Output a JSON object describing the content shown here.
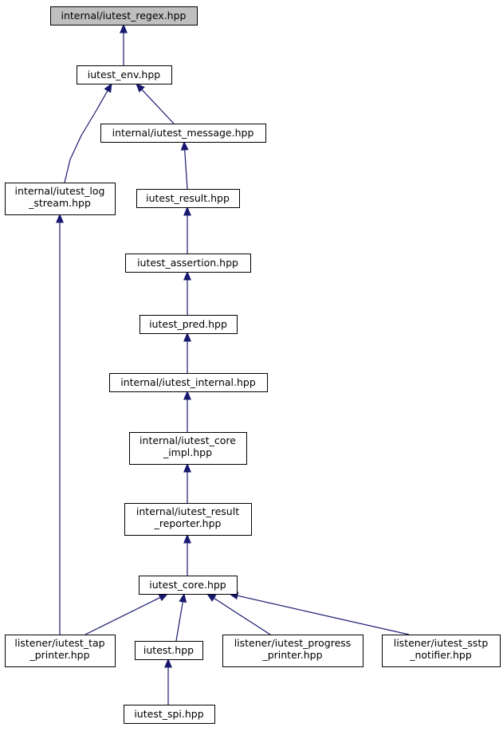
{
  "colors": {
    "edge": "#191970",
    "node_fill": "#ffffff",
    "focus_fill": "#bfbfbf",
    "border": "#000000"
  },
  "nodes": {
    "regex": {
      "lines": [
        "internal/iutest_regex.hpp"
      ]
    },
    "env": {
      "lines": [
        "iutest_env.hpp"
      ]
    },
    "message": {
      "lines": [
        "internal/iutest_message.hpp"
      ]
    },
    "log_stream": {
      "lines": [
        "internal/iutest_log",
        "_stream.hpp"
      ]
    },
    "result": {
      "lines": [
        "iutest_result.hpp"
      ]
    },
    "assertion": {
      "lines": [
        "iutest_assertion.hpp"
      ]
    },
    "pred": {
      "lines": [
        "iutest_pred.hpp"
      ]
    },
    "internal": {
      "lines": [
        "internal/iutest_internal.hpp"
      ]
    },
    "core_impl": {
      "lines": [
        "internal/iutest_core",
        "_impl.hpp"
      ]
    },
    "result_reporter": {
      "lines": [
        "internal/iutest_result",
        "_reporter.hpp"
      ]
    },
    "core": {
      "lines": [
        "iutest_core.hpp"
      ]
    },
    "tap_printer": {
      "lines": [
        "listener/iutest_tap",
        "_printer.hpp"
      ]
    },
    "iutest": {
      "lines": [
        "iutest.hpp"
      ]
    },
    "progress_printer": {
      "lines": [
        "listener/iutest_progress",
        "_printer.hpp"
      ]
    },
    "sstp_notifier": {
      "lines": [
        "listener/iutest_sstp",
        "_notifier.hpp"
      ]
    },
    "spi": {
      "lines": [
        "iutest_spi.hpp"
      ]
    }
  },
  "edges": [
    {
      "from": "env",
      "to": "regex"
    },
    {
      "from": "log_stream",
      "to": "env"
    },
    {
      "from": "message",
      "to": "env"
    },
    {
      "from": "result",
      "to": "message"
    },
    {
      "from": "assertion",
      "to": "result"
    },
    {
      "from": "pred",
      "to": "assertion"
    },
    {
      "from": "internal",
      "to": "pred"
    },
    {
      "from": "core_impl",
      "to": "internal"
    },
    {
      "from": "result_reporter",
      "to": "core_impl"
    },
    {
      "from": "core",
      "to": "result_reporter"
    },
    {
      "from": "tap_printer",
      "to": "log_stream"
    },
    {
      "from": "tap_printer",
      "to": "core"
    },
    {
      "from": "iutest",
      "to": "core"
    },
    {
      "from": "progress_printer",
      "to": "core"
    },
    {
      "from": "sstp_notifier",
      "to": "core"
    },
    {
      "from": "spi",
      "to": "iutest"
    }
  ]
}
